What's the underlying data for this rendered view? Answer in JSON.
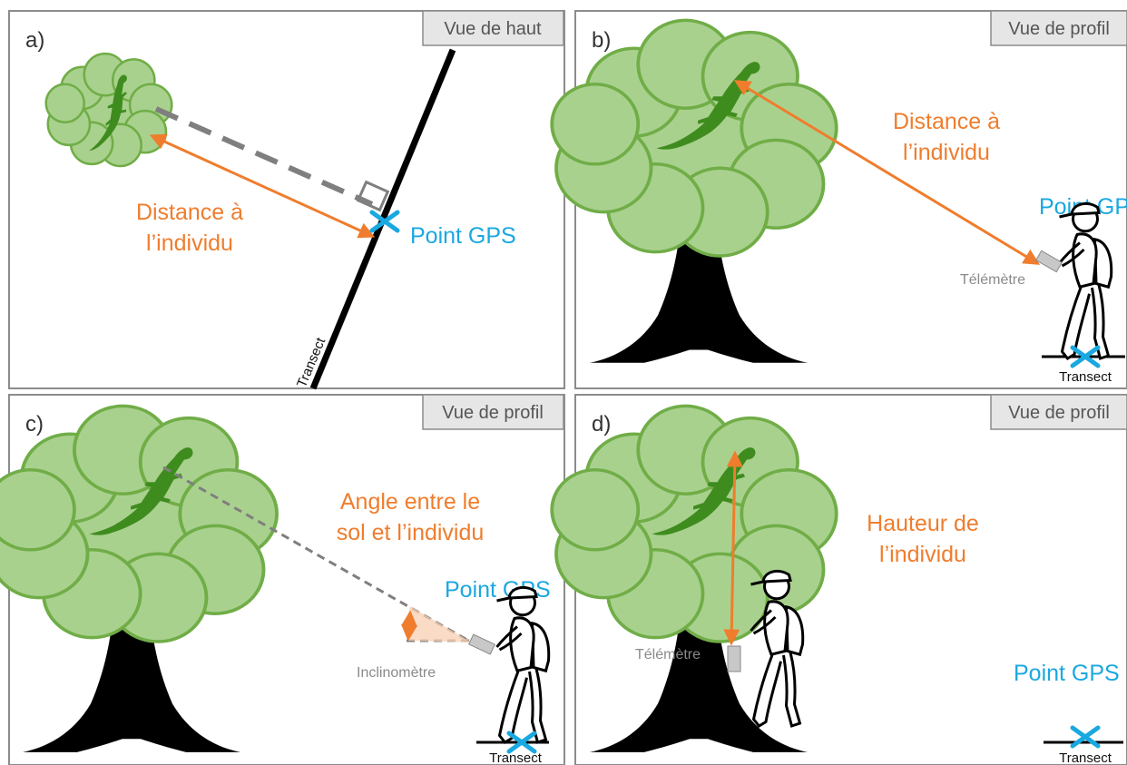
{
  "colors": {
    "canopy": "#A9D18E",
    "canopy_stroke": "#70AD47",
    "lizard": "#3F8C1E",
    "orange": "#EF7D2D",
    "blue": "#1AA8E0",
    "trunk": "#000000",
    "dashed": "#7F7F7F",
    "badge_bg": "#E6E6E6",
    "frame": "#8C8C8C"
  },
  "icons": [
    "tree-icon",
    "lizard-icon",
    "hiker-icon",
    "gps-cross-icon",
    "rangefinder-icon"
  ],
  "panel_a": {
    "letter": "a)",
    "view": "Vue de haut",
    "distance_line1": "Distance à",
    "distance_line2": "l’individu",
    "gps": "Point GPS",
    "transect": "Transect"
  },
  "panel_b": {
    "letter": "b)",
    "view": "Vue de profil",
    "distance_line1": "Distance à",
    "distance_line2": "l’individu",
    "gps": "Point GPS",
    "device": "Télémètre",
    "transect": "Transect"
  },
  "panel_c": {
    "letter": "c)",
    "view": "Vue de profil",
    "angle_line1": "Angle entre le",
    "angle_line2": "sol et l’individu",
    "gps": "Point GPS",
    "device": "Inclinomètre",
    "transect": "Transect"
  },
  "panel_d": {
    "letter": "d)",
    "view": "Vue de profil",
    "height_line1": "Hauteur de",
    "height_line2": "l’individu",
    "gps": "Point GPS",
    "device": "Télémètre",
    "transect": "Transect"
  }
}
